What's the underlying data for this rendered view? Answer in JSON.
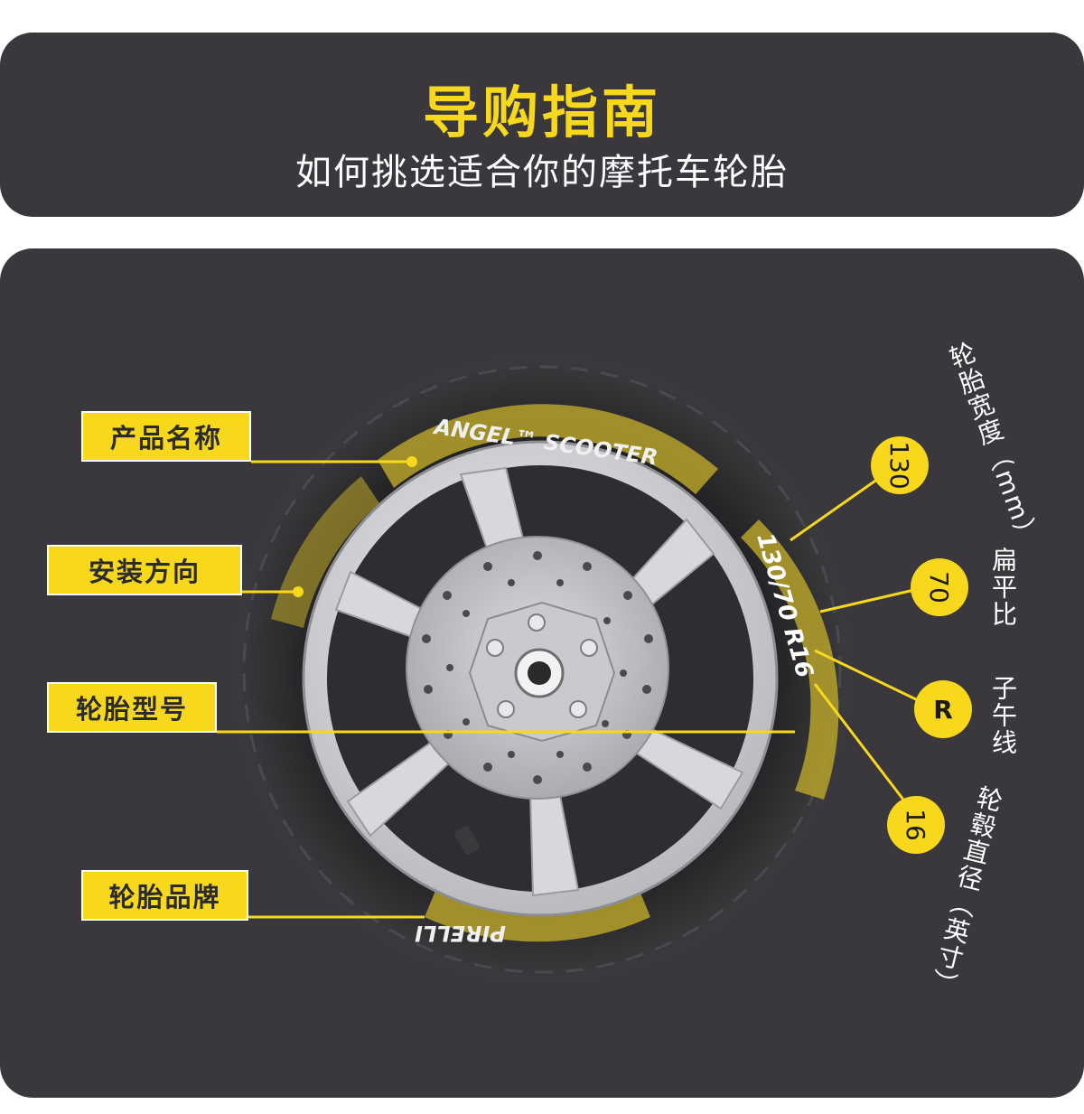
{
  "header": {
    "title": "导购指南",
    "subtitle": "如何挑选适合你的摩托车轮胎"
  },
  "colors": {
    "background": "#ffffff",
    "card": "#3a383d",
    "accent": "#f7d81c",
    "tire": "#2a2a2c",
    "rim": "#d9dadd"
  },
  "callouts": {
    "product_name": "产品名称",
    "direction": "安装方向",
    "model": "轮胎型号",
    "brand": "轮胎品牌"
  },
  "sidewall": {
    "product_text": "ANGEL™ SCOOTER",
    "size_text": "130/70 R16",
    "brand_text": "PIRELLI"
  },
  "specs": [
    {
      "value": "130",
      "label": "轮胎宽度（mm）"
    },
    {
      "value": "70",
      "label": "扁平比"
    },
    {
      "value": "R",
      "label": "子午线"
    },
    {
      "value": "16",
      "label": "轮毂直径（英寸）"
    }
  ]
}
